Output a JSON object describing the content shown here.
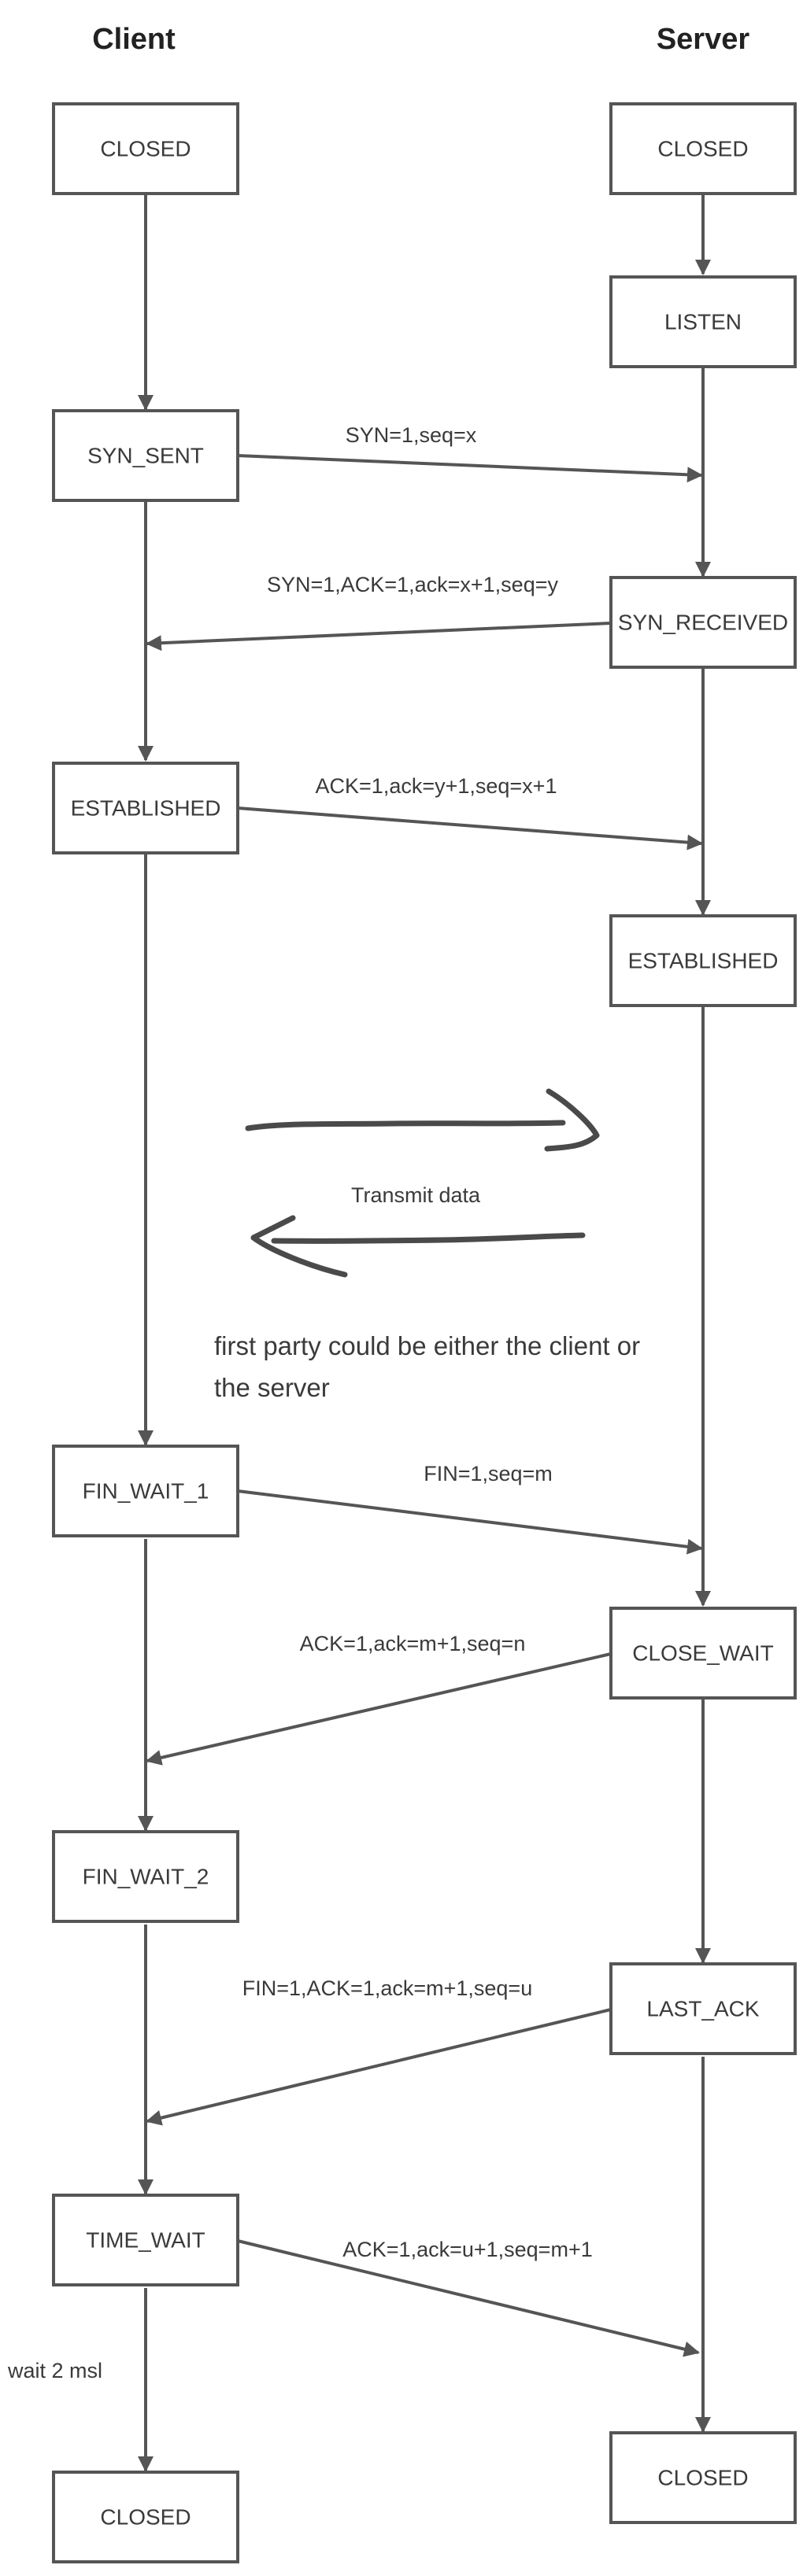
{
  "columns": {
    "client": "Client",
    "server": "Server"
  },
  "client_states": {
    "closed_start": "CLOSED",
    "syn_sent": "SYN_SENT",
    "established": "ESTABLISHED",
    "fin_wait_1": "FIN_WAIT_1",
    "fin_wait_2": "FIN_WAIT_2",
    "time_wait": "TIME_WAIT",
    "closed_end": "CLOSED"
  },
  "server_states": {
    "closed_start": "CLOSED",
    "listen": "LISTEN",
    "syn_received": "SYN_RECEIVED",
    "established": "ESTABLISHED",
    "close_wait": "CLOSE_WAIT",
    "last_ack": "LAST_ACK",
    "closed_end": "CLOSED"
  },
  "messages": {
    "syn": "SYN=1,seq=x",
    "syn_ack": "SYN=1,ACK=1,ack=x+1,seq=y",
    "ack": "ACK=1,ack=y+1,seq=x+1",
    "fin": "FIN=1,seq=m",
    "fin_ack": "ACK=1,ack=m+1,seq=n",
    "fin2": "FIN=1,ACK=1,ack=m+1,seq=u",
    "last_ack": "ACK=1,ack=u+1,seq=m+1"
  },
  "transfer": {
    "label": "Transmit data",
    "note_line1": "first  party could be either the client or",
    "note_line2": "the server"
  },
  "wait_note": "wait 2 msl"
}
